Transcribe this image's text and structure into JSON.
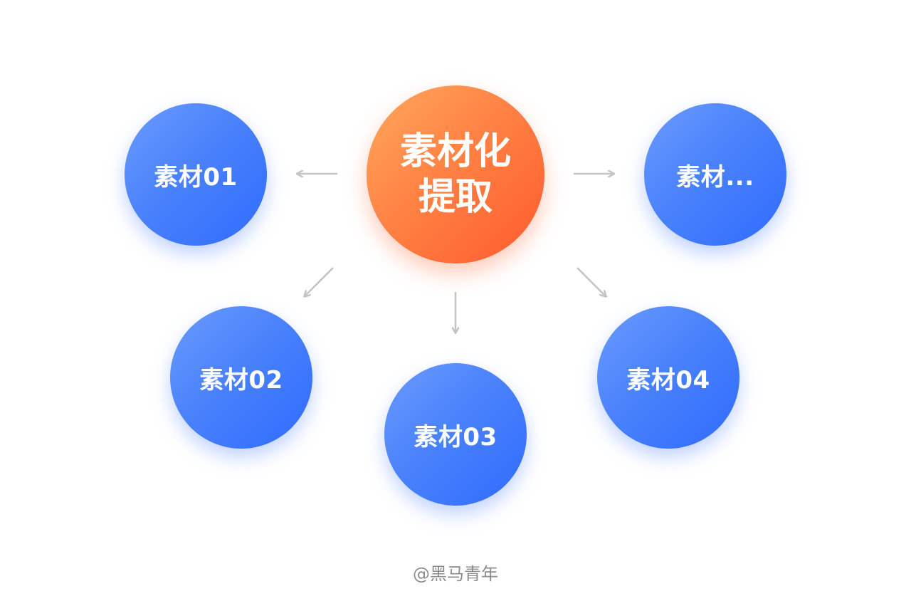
{
  "center": {
    "line1": "素材化",
    "line2": "提取"
  },
  "nodes": [
    {
      "label": "素材01"
    },
    {
      "label": "素材02"
    },
    {
      "label": "素材03"
    },
    {
      "label": "素材04"
    },
    {
      "label": "素材..."
    }
  ],
  "credit": "@黑马青年",
  "colors": {
    "center_gradient": [
      "#ffa85e",
      "#ff5a2c"
    ],
    "node_gradient": [
      "#6b9bff",
      "#2f6bff"
    ],
    "arrow": "#c4c4c4",
    "credit_text": "#8c8c8c"
  }
}
